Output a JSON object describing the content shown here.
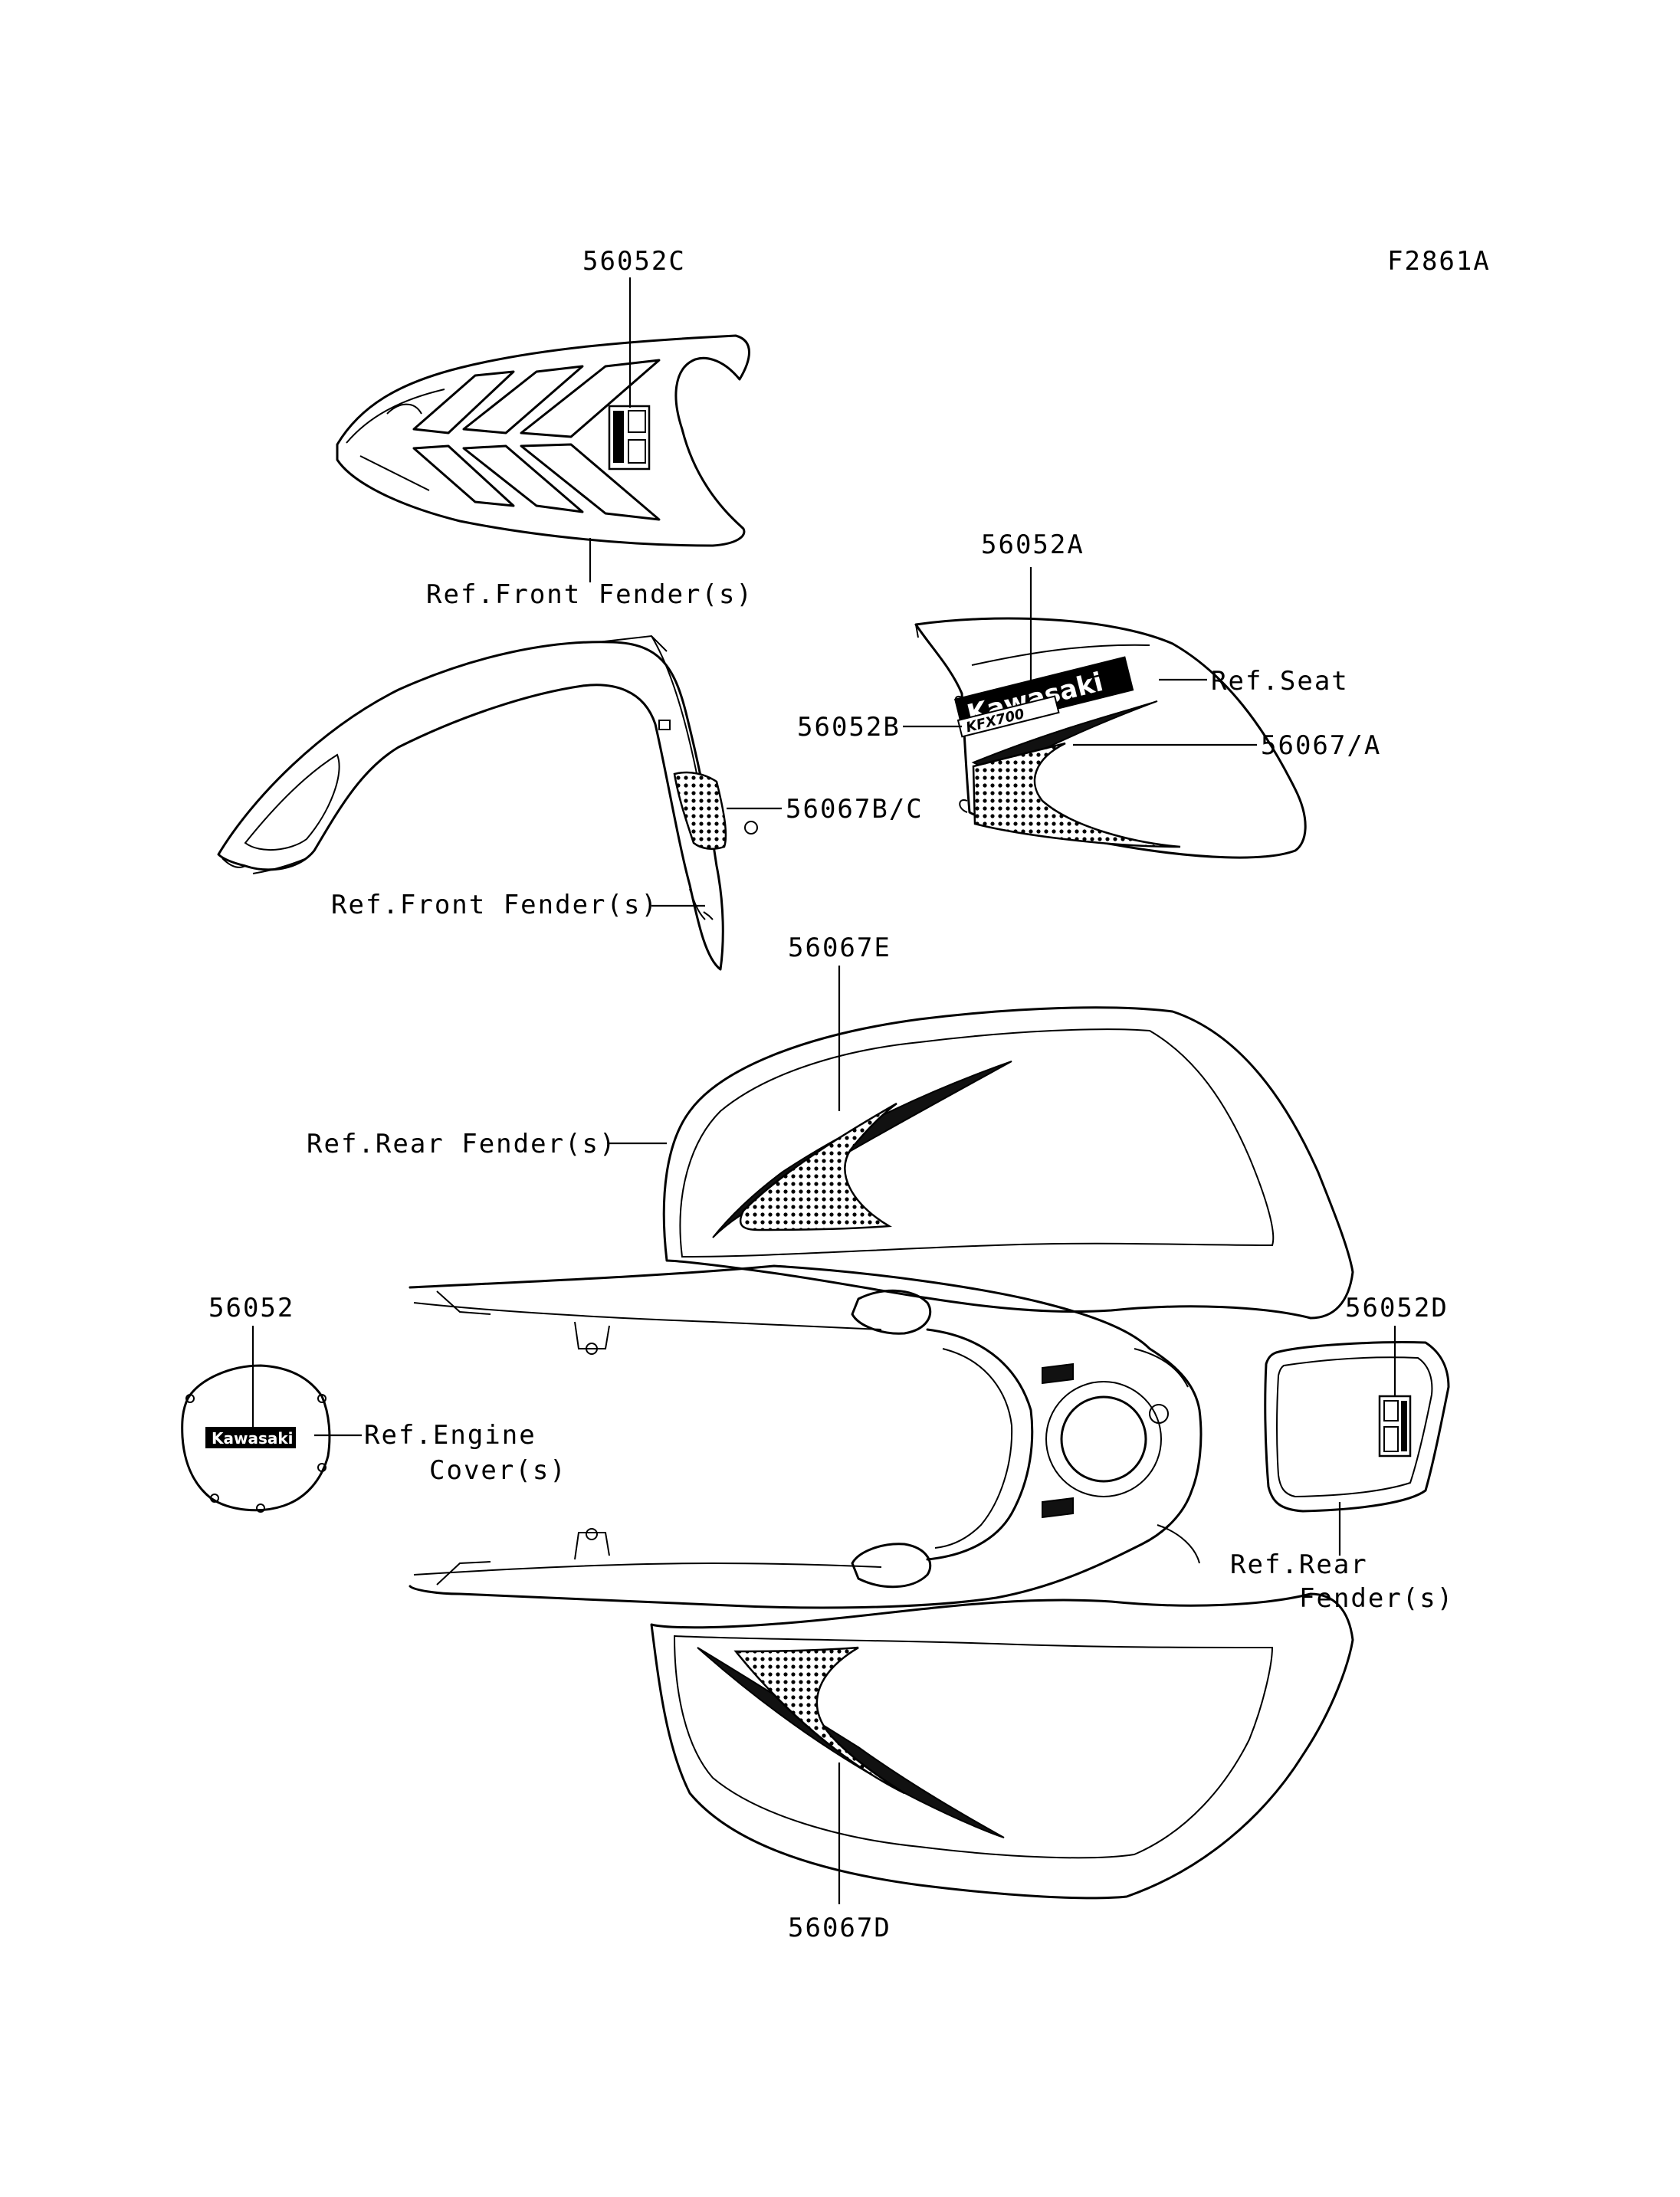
{
  "drawing_code": "F2861A",
  "parts": [
    {
      "id": "p1",
      "number": "56052C",
      "ref": "Ref.Front Fender(s)"
    },
    {
      "id": "p2",
      "number": "56052A",
      "ref": "Ref.Seat"
    },
    {
      "id": "p3",
      "number": "56052B"
    },
    {
      "id": "p4",
      "number": "56067/A"
    },
    {
      "id": "p5",
      "number": "56067B/C",
      "ref": "Ref.Front Fender(s)"
    },
    {
      "id": "p6",
      "number": "56067E",
      "ref": "Ref.Rear Fender(s)"
    },
    {
      "id": "p7",
      "number": "56052",
      "ref_line1": "Ref.Engine",
      "ref_line2": "Cover(s)"
    },
    {
      "id": "p8",
      "number": "56052D",
      "ref_line1": "Ref.Rear",
      "ref_line2": "Fender(s)"
    },
    {
      "id": "p9",
      "number": "56067D"
    }
  ],
  "logo_text": "Kawasaki",
  "model_text": "KFX700"
}
